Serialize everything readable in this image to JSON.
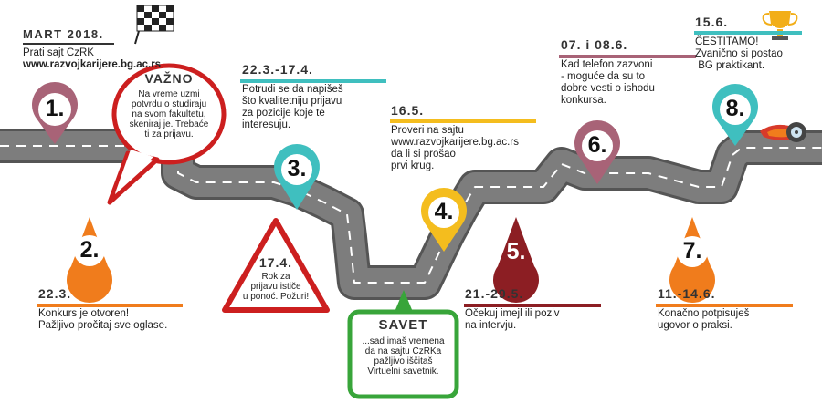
{
  "header": {
    "title": "MART 2018.",
    "line1": "Prati sajt CzRK",
    "line2": "www.razvojkarijere.bg.ac.rs"
  },
  "steps": [
    {
      "num": "1."
    },
    {
      "num": "2.",
      "date": "22.3.",
      "line1": "Konkurs je otvoren!",
      "line2": "Pažljivo pročitaj sve oglase."
    },
    {
      "num": "3.",
      "date": "22.3.-17.4.",
      "line1": "Potrudi se da napišeš",
      "line2": "što kvalitetniju prijavu",
      "line3": "za pozicije koje te",
      "line4": "interesuju."
    },
    {
      "num": "4.",
      "date": "16.5.",
      "line1": "Proveri na sajtu",
      "line2": "www.razvojkarijere.bg.ac.rs",
      "line3": "da li si prošao",
      "line4": "prvi krug."
    },
    {
      "num": "5.",
      "date": "21.-29.5.",
      "line1": "Očekuj imejl ili poziv",
      "line2": "na intervju."
    },
    {
      "num": "6.",
      "date": "07. i 08.6.",
      "line1": "Kad telefon zazvoni",
      "line2": "- moguće da su to",
      "line3": "dobre vesti o ishodu",
      "line4": "konkursa."
    },
    {
      "num": "7.",
      "date": "11.-14.6.",
      "line1": "Konačno potpisuješ",
      "line2": "ugovor o praksi."
    },
    {
      "num": "8.",
      "date": "15.6.",
      "line1": "ČESTITAMO!",
      "line2": "Zvanično si postao",
      "line3": " BG praktikant."
    }
  ],
  "vazno": {
    "title": "VAŽNO",
    "line1": "Na vreme uzmi",
    "line2": "potvrdu o studiraju",
    "line3": "na svom fakultetu,",
    "line4": "skeniraj je. Trebaće",
    "line5": "ti za prijavu."
  },
  "warning": {
    "date": "17.4.",
    "line1": "Rok za",
    "line2": "prijavu ističe",
    "line3": "u ponoć. Požuri!"
  },
  "savet": {
    "title": "SAVET",
    "line1": "...sad imaš vremena",
    "line2": "da na sajtu CzRKa",
    "line3": "pažljivo iščitaš",
    "line4": "Virtuelni savetnik."
  },
  "colors": {
    "p1": "#a86377",
    "p2": "#f07c1c",
    "p3": "#3fbfbf",
    "p4": "#f4bd1e",
    "p5": "#8c1e23",
    "p6": "#a86377",
    "p7": "#f07c1c",
    "p8": "#3fbfbf",
    "road": "#7d7d7d",
    "road_edge": "#555555",
    "vazno": "#cc1f1f",
    "savet": "#38a53a",
    "trophy": "#f2ae18"
  },
  "icons": [
    "checkered-flag-icon",
    "trophy-icon",
    "flaming-wheel-icon"
  ]
}
